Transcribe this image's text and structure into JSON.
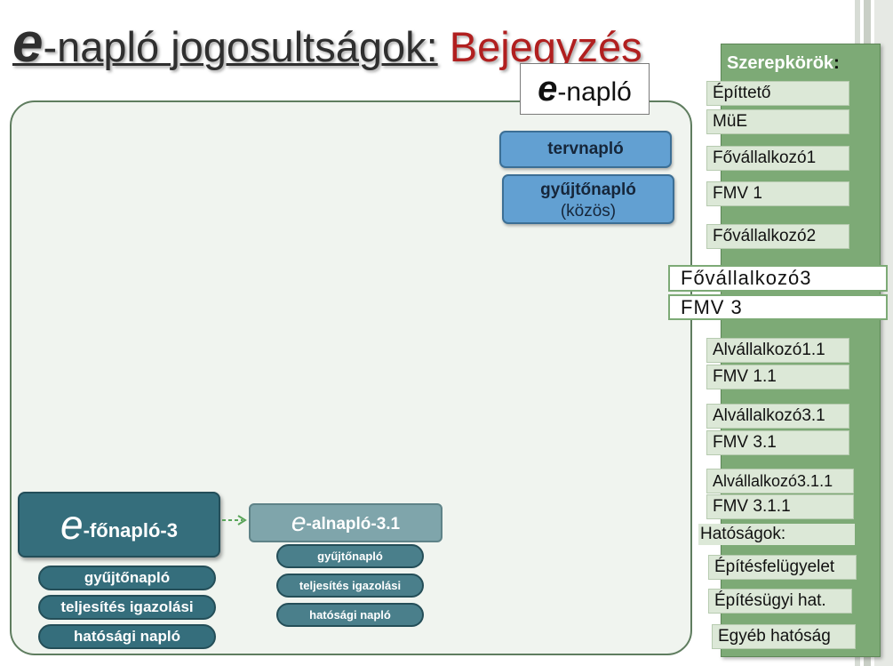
{
  "title": {
    "e": "e",
    "rest": "-napló jogosultságok:",
    "highlight": "Bejegyzés"
  },
  "enaplo": {
    "e": "e",
    "rest": "-napló"
  },
  "tervnaplo": "tervnapló",
  "gyujtonaplo_kozos": {
    "label": "gyűjtőnapló",
    "note": "(közös)"
  },
  "fonaplo": {
    "e": "e",
    "rest": "-főnapló-3"
  },
  "fonaplo_items": [
    "gyűjtőnapló",
    "teljesítés igazolási",
    "hatósági napló"
  ],
  "alnaplo": {
    "e": "e",
    "rest": "-alnapló-3.1"
  },
  "alnaplo_items": [
    "gyűjtőnapló",
    "teljesítés igazolási",
    "hatósági  napló"
  ],
  "roles": {
    "title": "Szerepkörök",
    "colon": ":",
    "items": [
      "Építtető",
      "MüE",
      "Fővállalkozó1",
      "FMV 1",
      "Fővállalkozó2",
      "Fővállalkozó3",
      "FMV 3",
      "Alvállalkozó1.1",
      "FMV 1.1",
      "Alvállalkozó3.1",
      "FMV 3.1",
      "Alvállalkozó3.1.1",
      "FMV 3.1.1"
    ],
    "authorities_title": "Hatóságok:",
    "authorities": [
      "Építésfelügyelet",
      "Építésügyi hat.",
      "Egyéb hatóság"
    ]
  },
  "colors": {
    "title_red": "#b11f1f",
    "region_border": "#5f7d5f",
    "blue_box": "#62a0d2",
    "teal_box": "#356e7c",
    "roles_panel": "#7daa76",
    "role_item": "#dce8d7"
  }
}
